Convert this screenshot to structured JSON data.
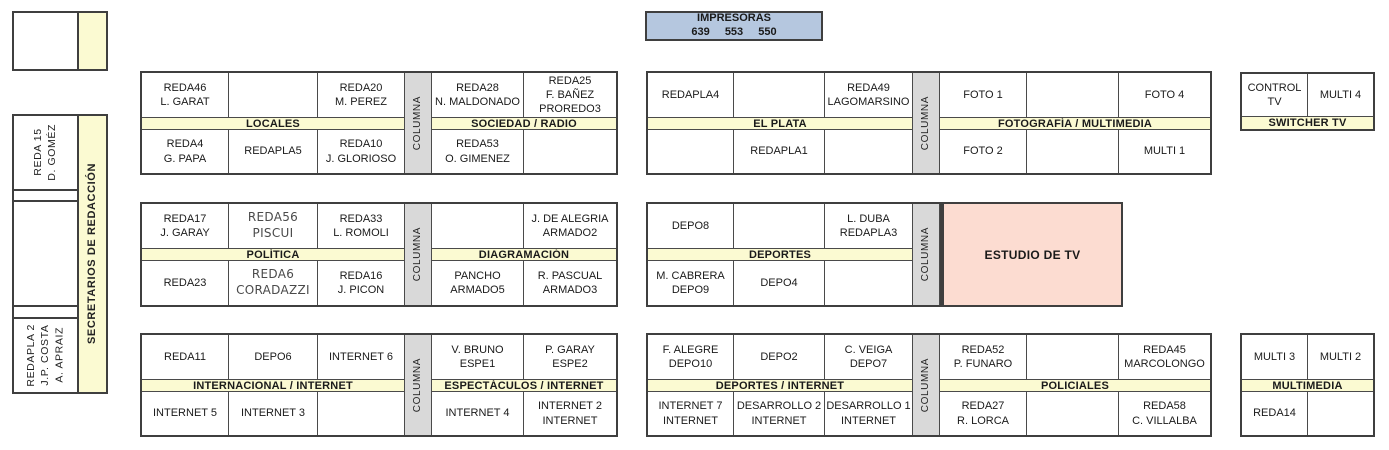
{
  "colors": {
    "band_yellow": "#fbfad2",
    "columna_gray": "#d9d9d9",
    "studio_pink": "#fcdcd1",
    "printer_blue": "#b5c7df",
    "border_dark": "#3f3f3f"
  },
  "labels": {
    "columna": "COLUMNA"
  },
  "printers": {
    "title": "IMPRESORAS",
    "numbers": "639 553 550"
  },
  "left_panel": {
    "reda15": "REDA 15\nD. GOMÉZ",
    "secretarios": "SECRETARIOS DE REDACCIÓN",
    "redapla2": "REDAPLA 2\nJ.P. COSTA\nA. APRAIZ"
  },
  "groups": {
    "locales": {
      "header": "LOCALES",
      "t1": "REDA46\nL. GARAT",
      "t2": "",
      "t3": "REDA20\nM. PEREZ",
      "b1": "REDA4\nG. PAPA",
      "b2": "REDAPLA5",
      "b3": "REDA10\nJ. GLORIOSO"
    },
    "sociedad": {
      "header": "SOCIEDAD / RADIO",
      "t1": "REDA28\nN. MALDONADO",
      "t2": "REDA25\nF. BAÑEZ\nPROREDO3",
      "b1": "REDA53\nO. GIMENEZ",
      "b2": ""
    },
    "elplata": {
      "header": "EL PLATA",
      "t1": "REDAPLA4",
      "t2": "",
      "t3": "REDA49\nLAGOMARSINO",
      "b1": "",
      "b2": "REDAPLA1",
      "b3": ""
    },
    "fotografia": {
      "header": "FOTOGRAFÍA / MULTIMEDIA",
      "t1": "FOTO 1",
      "t2": "",
      "t3": "FOTO 4",
      "b1": "FOTO 2",
      "b2": "",
      "b3": "MULTI 1"
    },
    "switcher": {
      "header": "SWITCHER TV",
      "t1": "CONTROL TV",
      "t2": "MULTI 4"
    },
    "politica": {
      "header": "POLÍTICA",
      "t1": "REDA17\nJ. GARAY",
      "t2": "REDA56\nPISCUI",
      "t3": "REDA33\nL. ROMOLI",
      "b1": "REDA23",
      "b2": "REDA6\nCORADAZZI",
      "b3": "REDA16\nJ. PICON"
    },
    "diagramacion": {
      "header": "DIAGRAMACIÓN",
      "t1": "",
      "t2": "J. DE ALEGRIA\nARMADO2",
      "b1": "PANCHO\nARMADO5",
      "b2": "R. PASCUAL\nARMADO3"
    },
    "deportes": {
      "header": "DEPORTES",
      "t1": "DEPO8",
      "t2": "",
      "t3": "L. DUBA\nREDAPLA3",
      "b1": "M. CABRERA\nDEPO9",
      "b2": "DEPO4",
      "b3": ""
    },
    "estudio": {
      "label": "ESTUDIO DE TV"
    },
    "internacional": {
      "header": "INTERNACIONAL / INTERNET",
      "t1": "REDA11",
      "t2": "DEPO6",
      "t3": "INTERNET 6",
      "b1": "INTERNET 5",
      "b2": "INTERNET 3",
      "b3": ""
    },
    "espectaculos": {
      "header": "ESPECTÁCULOS / INTERNET",
      "t1": "V. BRUNO\nESPE1",
      "t2": "P. GARAY\nESPE2",
      "b1": "INTERNET 4",
      "b2": "INTERNET 2\nINTERNET"
    },
    "deportes_internet": {
      "header": "DEPORTES / INTERNET",
      "t1": "F. ALEGRE\nDEPO10",
      "t2": "DEPO2",
      "t3": "C. VEIGA\nDEPO7",
      "b1": "INTERNET 7\nINTERNET",
      "b2": "DESARROLLO 2\nINTERNET",
      "b3": "DESARROLLO 1\nINTERNET"
    },
    "policiales": {
      "header": "POLICIALES",
      "t1": "REDA52\nP. FUNARO",
      "t2": "",
      "t3": "REDA45\nMARCOLONGO",
      "b1": "REDA27\nR. LORCA",
      "b2": "",
      "b3": "REDA58\nC. VILLALBA"
    },
    "multimedia": {
      "header": "MULTIMEDIA",
      "t1": "MULTI 3",
      "t2": "MULTI 2",
      "b1": "REDA14",
      "b2": ""
    }
  }
}
